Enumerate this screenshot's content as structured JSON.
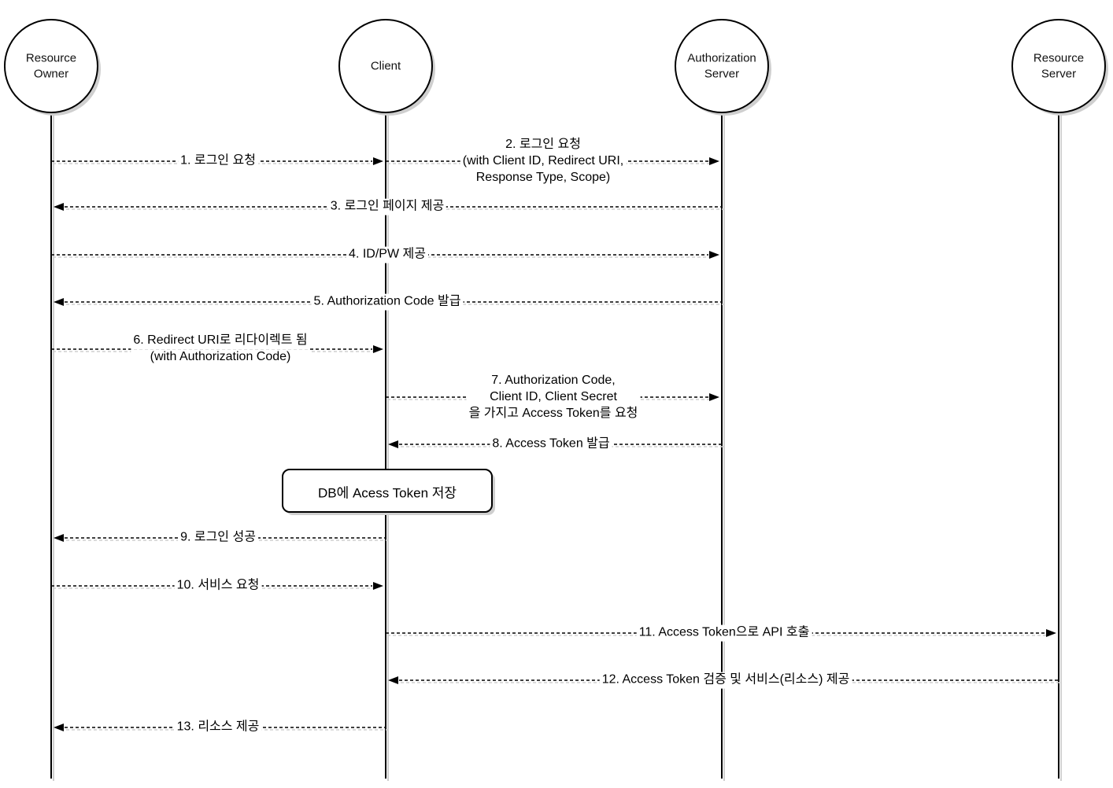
{
  "diagram_type": "sequence-diagram",
  "colors": {
    "line": "#000000",
    "shadow": "#cfcfcf",
    "background": "#ffffff"
  },
  "actors": [
    {
      "id": "resource-owner",
      "name": "Resource Owner",
      "lines": [
        "Resource",
        "Owner"
      ]
    },
    {
      "id": "client",
      "name": "Client",
      "lines": [
        "Client"
      ]
    },
    {
      "id": "authorization-server",
      "name": "Authorization Server",
      "lines": [
        "Authorization",
        "Server"
      ]
    },
    {
      "id": "resource-server",
      "name": "Resource Server",
      "lines": [
        "Resource",
        "Server"
      ]
    }
  ],
  "messages": [
    {
      "num": 1,
      "from": "Resource Owner",
      "to": "Client",
      "lines": [
        "1. 로그인 요청"
      ]
    },
    {
      "num": 2,
      "from": "Client",
      "to": "Authorization Server",
      "lines": [
        "2. 로그인 요청",
        "(with Client ID, Redirect URI,",
        "Response Type, Scope)"
      ]
    },
    {
      "num": 3,
      "from": "Authorization Server",
      "to": "Resource Owner",
      "lines": [
        "3. 로그인 페이지 제공"
      ]
    },
    {
      "num": 4,
      "from": "Resource Owner",
      "to": "Authorization Server",
      "lines": [
        "4. ID/PW 제공"
      ]
    },
    {
      "num": 5,
      "from": "Authorization Server",
      "to": "Resource Owner",
      "lines": [
        "5. Authorization Code 발급"
      ]
    },
    {
      "num": 6,
      "from": "Resource Owner",
      "to": "Client",
      "lines": [
        "6. Redirect URI로 리다이렉트 됨",
        "(with Authorization Code)"
      ]
    },
    {
      "num": 7,
      "from": "Client",
      "to": "Authorization Server",
      "lines": [
        "7. Authorization Code,",
        "Client ID, Client Secret",
        "을 가지고 Access Token를 요청"
      ]
    },
    {
      "num": 8,
      "from": "Authorization Server",
      "to": "Client",
      "lines": [
        "8. Access Token 발급"
      ]
    },
    {
      "num": 9,
      "from": "Client",
      "to": "Resource Owner",
      "lines": [
        "9. 로그인 성공"
      ]
    },
    {
      "num": 10,
      "from": "Resource Owner",
      "to": "Client",
      "lines": [
        "10. 서비스 요청"
      ]
    },
    {
      "num": 11,
      "from": "Client",
      "to": "Resource Server",
      "lines": [
        "11. Access Token으로 API 호출"
      ]
    },
    {
      "num": 12,
      "from": "Resource Server",
      "to": "Client",
      "lines": [
        "12. Access Token 검증 및 서비스(리소스) 제공"
      ]
    },
    {
      "num": 13,
      "from": "Client",
      "to": "Resource Owner",
      "lines": [
        "13. 리소스 제공"
      ]
    }
  ],
  "note": {
    "text": "DB에 Acess Token 저장"
  }
}
